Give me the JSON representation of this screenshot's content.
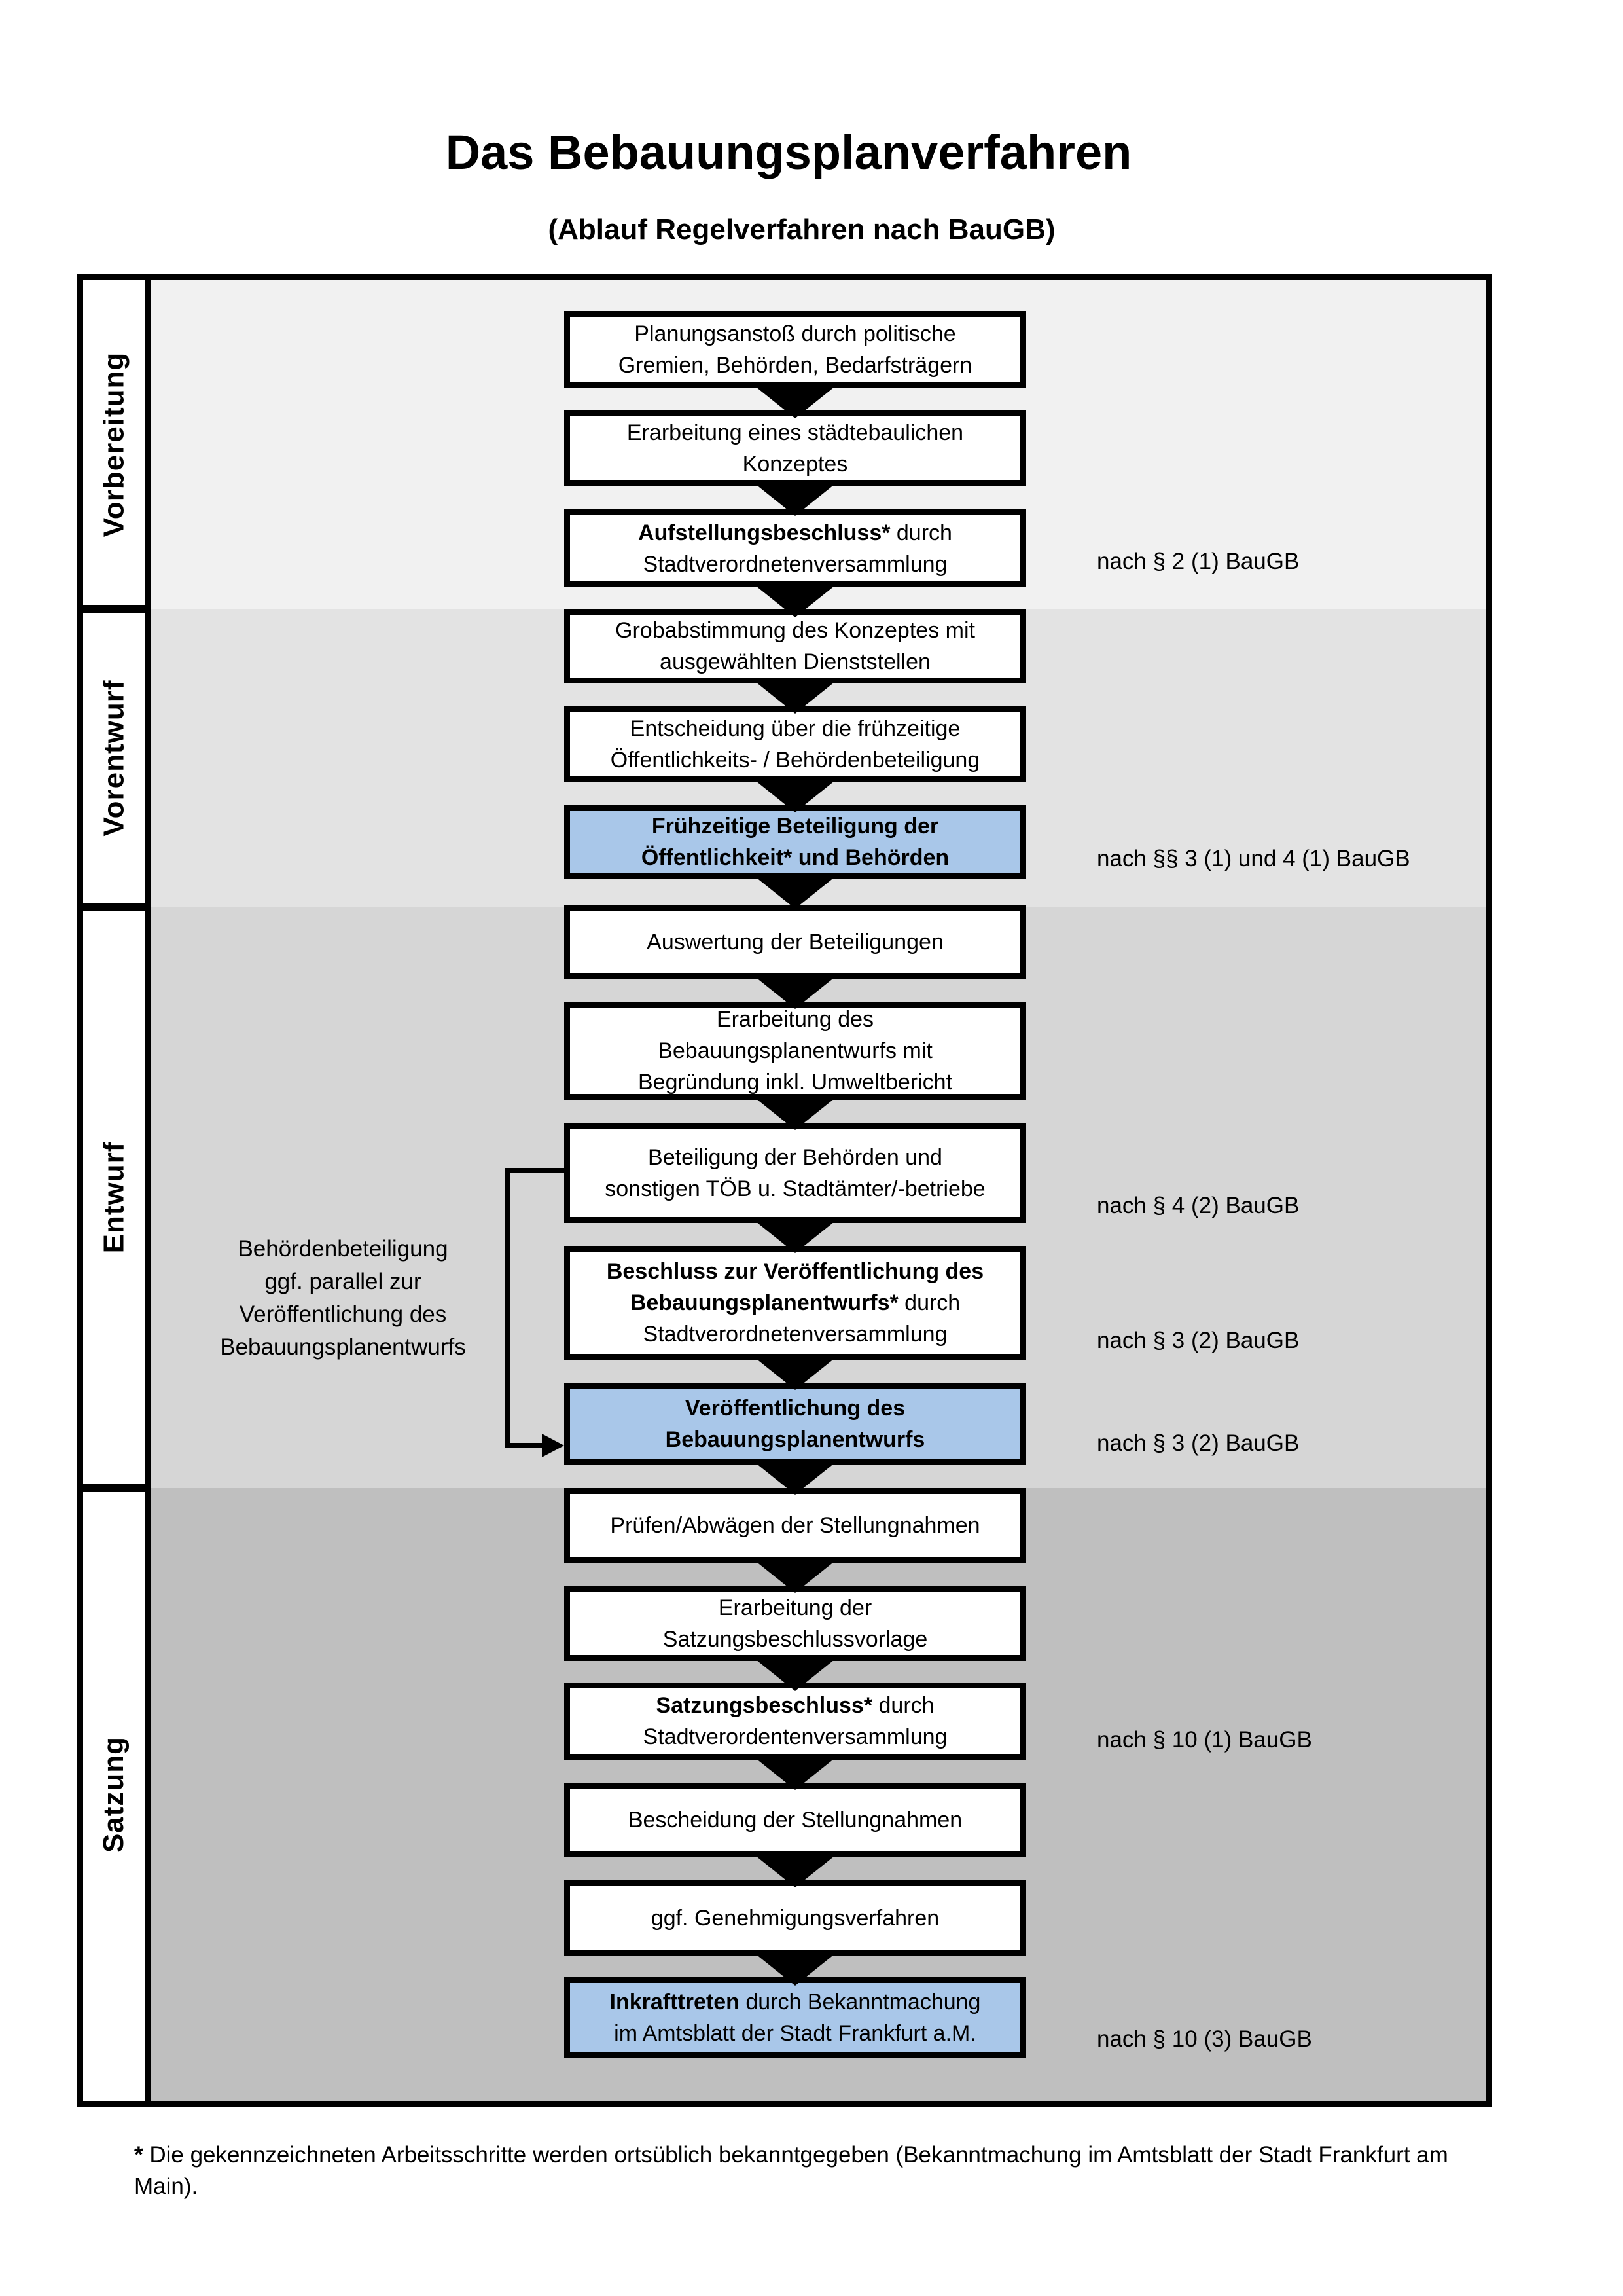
{
  "title": "Das Bebauungsplanverfahren",
  "subtitle": "(Ablauf Regelverfahren nach BauGB)",
  "colors": {
    "highlight_blue": "#a9c7e9",
    "box_border": "#000000",
    "section_vorbereitung_bg": "#f1f1f1",
    "section_vorentwurf_bg": "#e3e3e3",
    "section_entwurf_bg": "#d6d6d6",
    "section_satzung_bg": "#bfbfbf"
  },
  "phases": [
    {
      "label": "Vorbereitung"
    },
    {
      "label": "Vorentwurf"
    },
    {
      "label": "Entwurf"
    },
    {
      "label": "Satzung"
    }
  ],
  "steps": [
    {
      "lines": [
        [
          {
            "text": "Planungsanstoß durch politische",
            "bold": false
          }
        ],
        [
          {
            "text": "Gremien, Behörden, Bedarfsträgern",
            "bold": false
          }
        ]
      ]
    },
    {
      "lines": [
        [
          {
            "text": "Erarbeitung eines städtebaulichen",
            "bold": false
          }
        ],
        [
          {
            "text": "Konzeptes",
            "bold": false
          }
        ]
      ]
    },
    {
      "lines": [
        [
          {
            "text": "Aufstellungsbeschluss*",
            "bold": true
          },
          {
            "text": " durch",
            "bold": false
          }
        ],
        [
          {
            "text": "Stadtverordnetenversammlung",
            "bold": false
          }
        ]
      ],
      "ref": "nach § 2 (1) BauGB"
    },
    {
      "lines": [
        [
          {
            "text": "Grobabstimmung des Konzeptes mit",
            "bold": false
          }
        ],
        [
          {
            "text": "ausgewählten Dienststellen",
            "bold": false
          }
        ]
      ]
    },
    {
      "lines": [
        [
          {
            "text": "Entscheidung über die frühzeitige",
            "bold": false
          }
        ],
        [
          {
            "text": "Öffentlichkeits- / Behördenbeteiligung",
            "bold": false
          }
        ]
      ]
    },
    {
      "highlight": true,
      "lines": [
        [
          {
            "text": "Frühzeitige Beteiligung der",
            "bold": true
          }
        ],
        [
          {
            "text": "Öffentlichkeit* und Behörden",
            "bold": true
          }
        ]
      ],
      "ref": "nach §§ 3 (1) und 4 (1) BauGB"
    },
    {
      "lines": [
        [
          {
            "text": "Auswertung der Beteiligungen",
            "bold": false
          }
        ]
      ]
    },
    {
      "lines": [
        [
          {
            "text": "Erarbeitung des",
            "bold": false
          }
        ],
        [
          {
            "text": "Bebauungsplanentwurfs mit",
            "bold": false
          }
        ],
        [
          {
            "text": "Begründung inkl. Umweltbericht",
            "bold": false
          }
        ]
      ]
    },
    {
      "lines": [
        [
          {
            "text": "Beteiligung der Behörden und",
            "bold": false
          }
        ],
        [
          {
            "text": "sonstigen TÖB u. Stadtämter/-betriebe",
            "bold": false
          }
        ]
      ],
      "ref": "nach § 4 (2) BauGB"
    },
    {
      "lines": [
        [
          {
            "text": "Beschluss zur Veröffentlichung des",
            "bold": true
          }
        ],
        [
          {
            "text": "Bebauungsplanentwurfs*",
            "bold": true
          },
          {
            "text": " durch",
            "bold": false
          }
        ],
        [
          {
            "text": "Stadtverordnetenversammlung",
            "bold": false
          }
        ]
      ],
      "ref": "nach § 3 (2) BauGB"
    },
    {
      "highlight": true,
      "lines": [
        [
          {
            "text": "Veröffentlichung des",
            "bold": true
          }
        ],
        [
          {
            "text": "Bebauungsplanentwurfs",
            "bold": true
          }
        ]
      ],
      "ref": "nach § 3 (2) BauGB"
    },
    {
      "lines": [
        [
          {
            "text": "Prüfen/Abwägen der Stellungnahmen",
            "bold": false
          }
        ]
      ]
    },
    {
      "lines": [
        [
          {
            "text": "Erarbeitung der",
            "bold": false
          }
        ],
        [
          {
            "text": "Satzungsbeschlussvorlage",
            "bold": false
          }
        ]
      ]
    },
    {
      "lines": [
        [
          {
            "text": "Satzungsbeschluss*",
            "bold": true
          },
          {
            "text": " durch",
            "bold": false
          }
        ],
        [
          {
            "text": "Stadtverordentenversammlung",
            "bold": false
          }
        ]
      ],
      "ref": "nach § 10 (1) BauGB"
    },
    {
      "lines": [
        [
          {
            "text": "Bescheidung der Stellungnahmen",
            "bold": false
          }
        ]
      ]
    },
    {
      "lines": [
        [
          {
            "text": "ggf. Genehmigungsverfahren",
            "bold": false
          }
        ]
      ]
    },
    {
      "highlight": true,
      "lines": [
        [
          {
            "text": "Inkrafttreten",
            "bold": true
          },
          {
            "text": " durch Bekanntmachung",
            "bold": false
          }
        ],
        [
          {
            "text": "im Amtsblatt der Stadt Frankfurt a.M.",
            "bold": false
          }
        ]
      ],
      "ref": "nach § 10 (3) BauGB"
    }
  ],
  "side_note": {
    "lines": [
      "Behördenbeteiligung",
      "ggf. parallel zur",
      "Veröffentlichung des",
      "Bebauungsplanentwurfs"
    ]
  },
  "footnote": {
    "parts": [
      {
        "text": "*",
        "bold": true
      },
      {
        "text": " Die gekennzeichneten Arbeitsschritte werden ortsüblich bekanntgegeben (Bekanntmachung im Amtsblatt  der Stadt Frankfurt am Main).",
        "bold": false
      }
    ]
  }
}
